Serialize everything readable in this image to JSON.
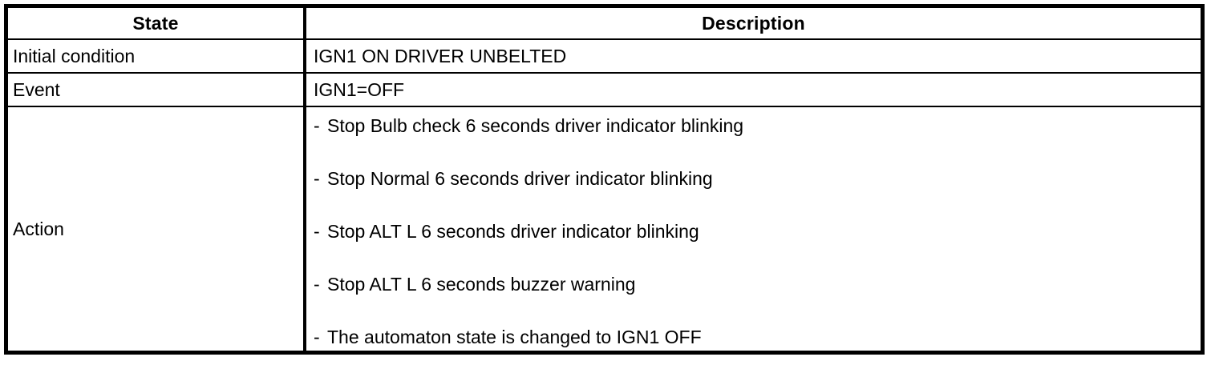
{
  "table": {
    "columns": [
      {
        "key": "state",
        "label": "State"
      },
      {
        "key": "description",
        "label": "Description"
      }
    ],
    "rows": [
      {
        "state": "Initial condition",
        "description": "IGN1 ON DRIVER UNBELTED"
      },
      {
        "state": "Event",
        "description": "IGN1=OFF"
      }
    ],
    "action_row": {
      "state": "Action",
      "bullet": "-",
      "items": [
        "Stop Bulb check 6 seconds driver indicator blinking",
        "Stop Normal 6 seconds driver indicator blinking",
        "Stop ALT L 6 seconds driver indicator blinking",
        "Stop ALT L 6 seconds buzzer warning",
        "The automaton state is changed to IGN1 OFF"
      ]
    }
  },
  "colors": {
    "border": "#000000",
    "text": "#000000",
    "background": "#ffffff"
  }
}
